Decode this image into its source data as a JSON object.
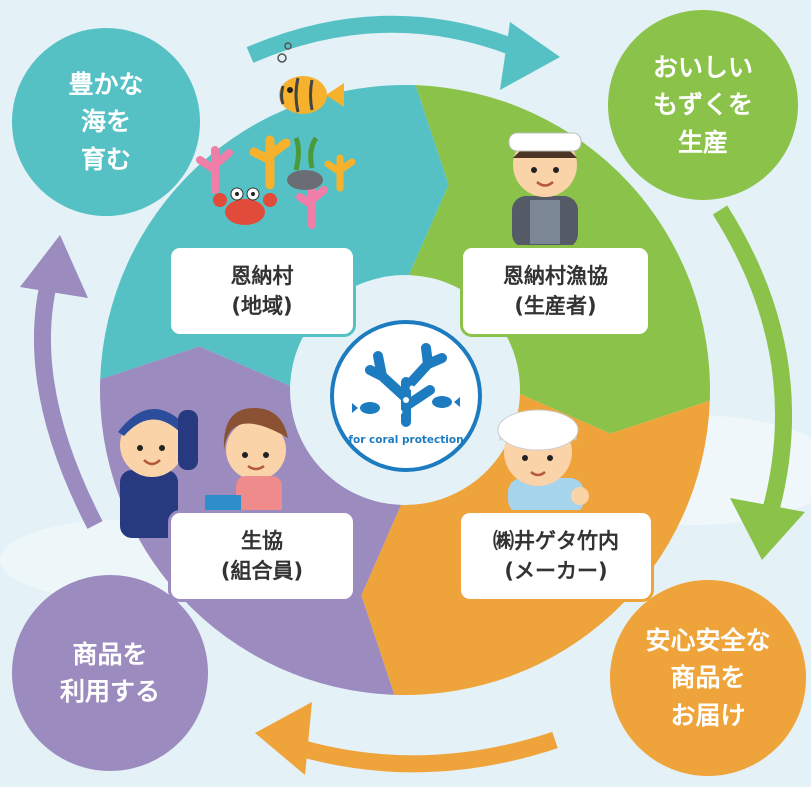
{
  "corners": {
    "sea": "豊かな\n海を\n育む",
    "produce": "おいしい\nもずくを\n生産",
    "deliver": "安心安全な\n商品を\nお届け",
    "use": "商品を\n利用する"
  },
  "actors": {
    "village": {
      "name": "恩納村",
      "role": "(地域)"
    },
    "fishery": {
      "name": "恩納村漁協",
      "role": "(生産者)"
    },
    "maker": {
      "name": "㈱井ゲタ竹内",
      "role": "(メーカー)"
    },
    "coop": {
      "name": "生協",
      "role": "(組合員)"
    }
  },
  "logo": {
    "label": "for coral protection"
  },
  "colors": {
    "teal": "#56c1c4",
    "green": "#8bc34a",
    "orange": "#eea43a",
    "purple": "#9b8bbf",
    "logo_blue": "#1d7cc0",
    "background": "#e4f1f6"
  },
  "icons": [
    "fish-icon",
    "coral-icon",
    "crab-icon",
    "fisherman-icon",
    "factory-worker-icon",
    "coop-members-icon",
    "coral-logo-icon"
  ]
}
